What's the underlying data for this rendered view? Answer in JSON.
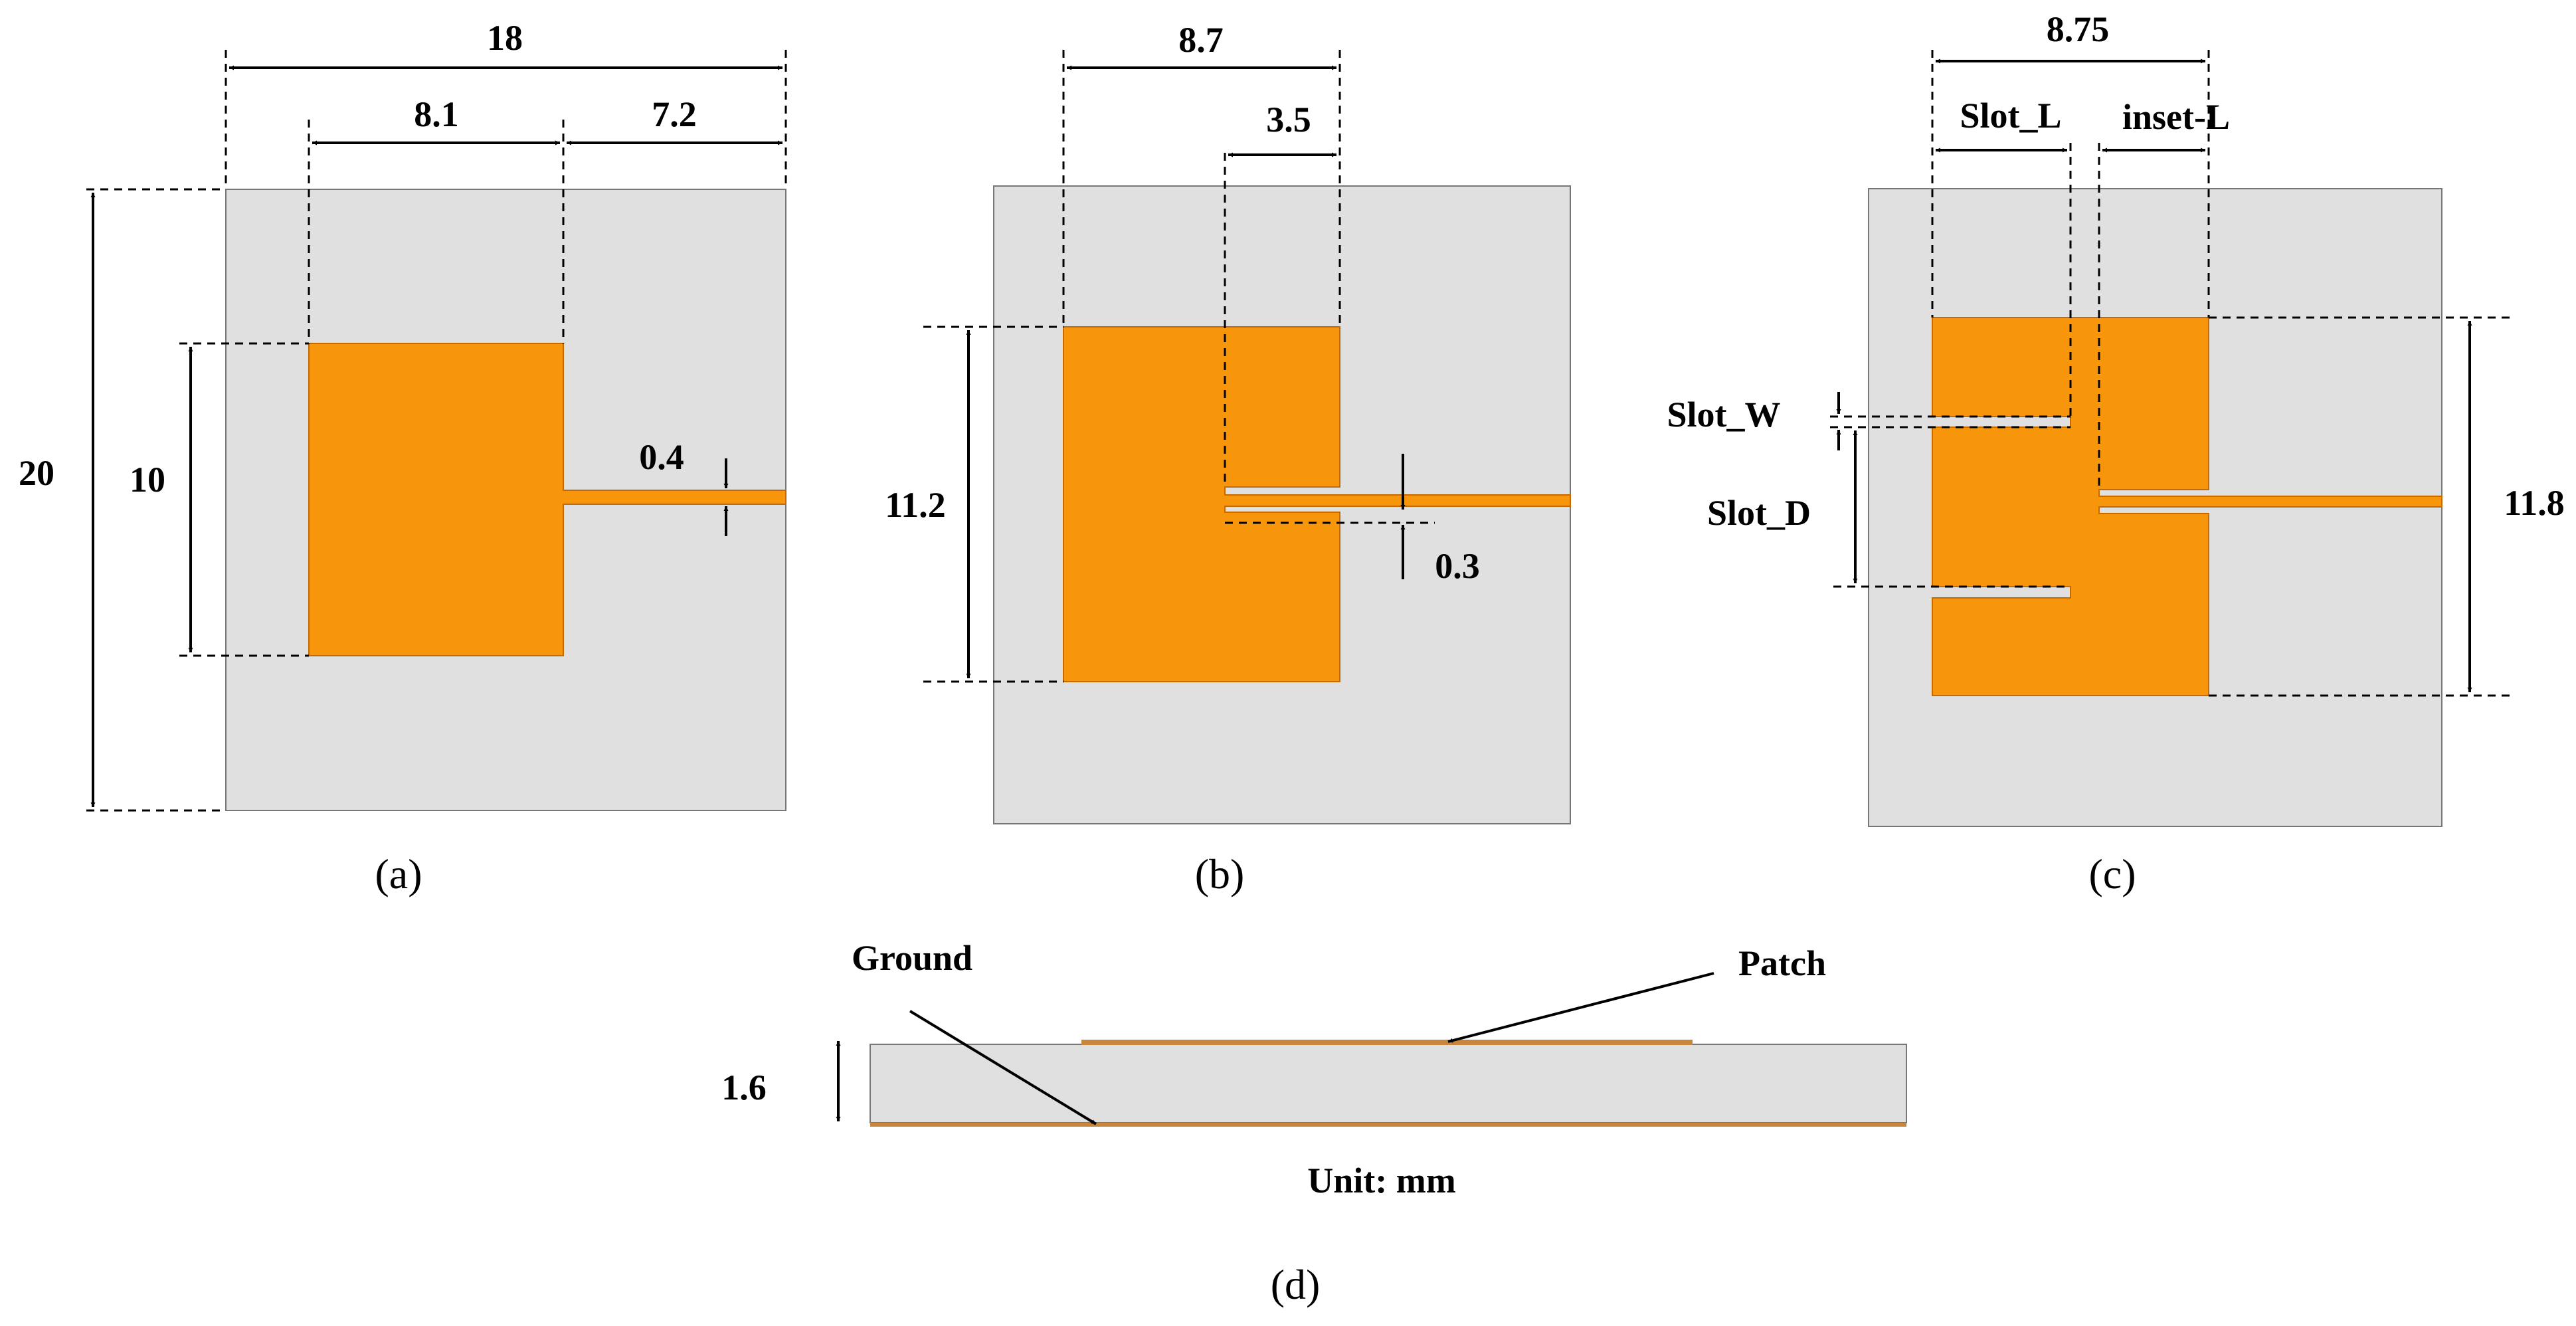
{
  "colors": {
    "substrate": "#e0e0e0",
    "copper": "#f7960a",
    "copper_edge": "#c56a00",
    "ground_strip": "#c8863c",
    "ink": "#000000",
    "background": "#ffffff"
  },
  "panel_a": {
    "caption": "(a)",
    "dims": {
      "width_total": "18",
      "patch_width": "8.1",
      "feed_length": "7.2",
      "height_total": "20",
      "patch_height": "10",
      "feed_width": "0.4"
    }
  },
  "panel_b": {
    "caption": "(b)",
    "dims": {
      "patch_width": "8.7",
      "inset_depth": "3.5",
      "patch_height": "11.2",
      "gap": "0.3"
    }
  },
  "panel_c": {
    "caption": "(c)",
    "dims": {
      "patch_width": "8.75",
      "slot_length": "Slot_L",
      "inset_length": "inset-L",
      "slot_width": "Slot_W",
      "slot_distance": "Slot_D",
      "patch_height": "11.8"
    }
  },
  "panel_d": {
    "caption": "(d)",
    "labels": {
      "ground": "Ground",
      "patch": "Patch",
      "thickness": "1.6",
      "unit": "Unit: mm"
    }
  }
}
